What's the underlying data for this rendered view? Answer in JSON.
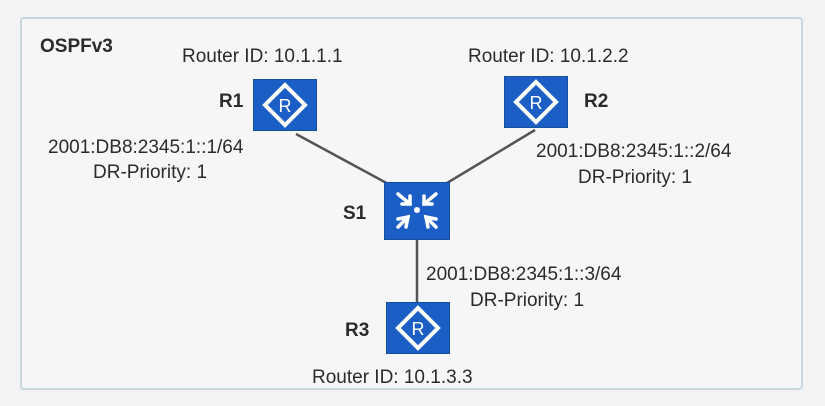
{
  "diagram": {
    "title": "OSPFv3",
    "nodes": {
      "r1": {
        "label": "R1",
        "router_id": "Router ID: 10.1.1.1",
        "address": "2001:DB8:2345:1::1/64",
        "priority": "DR-Priority: 1",
        "icon": "router-icon"
      },
      "r2": {
        "label": "R2",
        "router_id": "Router ID: 10.1.2.2",
        "address": "2001:DB8:2345:1::2/64",
        "priority": "DR-Priority: 1",
        "icon": "router-icon"
      },
      "r3": {
        "label": "R3",
        "router_id": "Router ID: 10.1.3.3",
        "address": "2001:DB8:2345:1::3/64",
        "priority": "DR-Priority: 1",
        "icon": "router-icon"
      },
      "s1": {
        "label": "S1",
        "icon": "switch-icon"
      }
    },
    "links": [
      {
        "from": "R1",
        "to": "S1"
      },
      {
        "from": "R2",
        "to": "S1"
      },
      {
        "from": "R3",
        "to": "S1"
      }
    ],
    "colors": {
      "device": "#1b5fc6",
      "link": "#555555",
      "border": "#c9d6de"
    }
  }
}
